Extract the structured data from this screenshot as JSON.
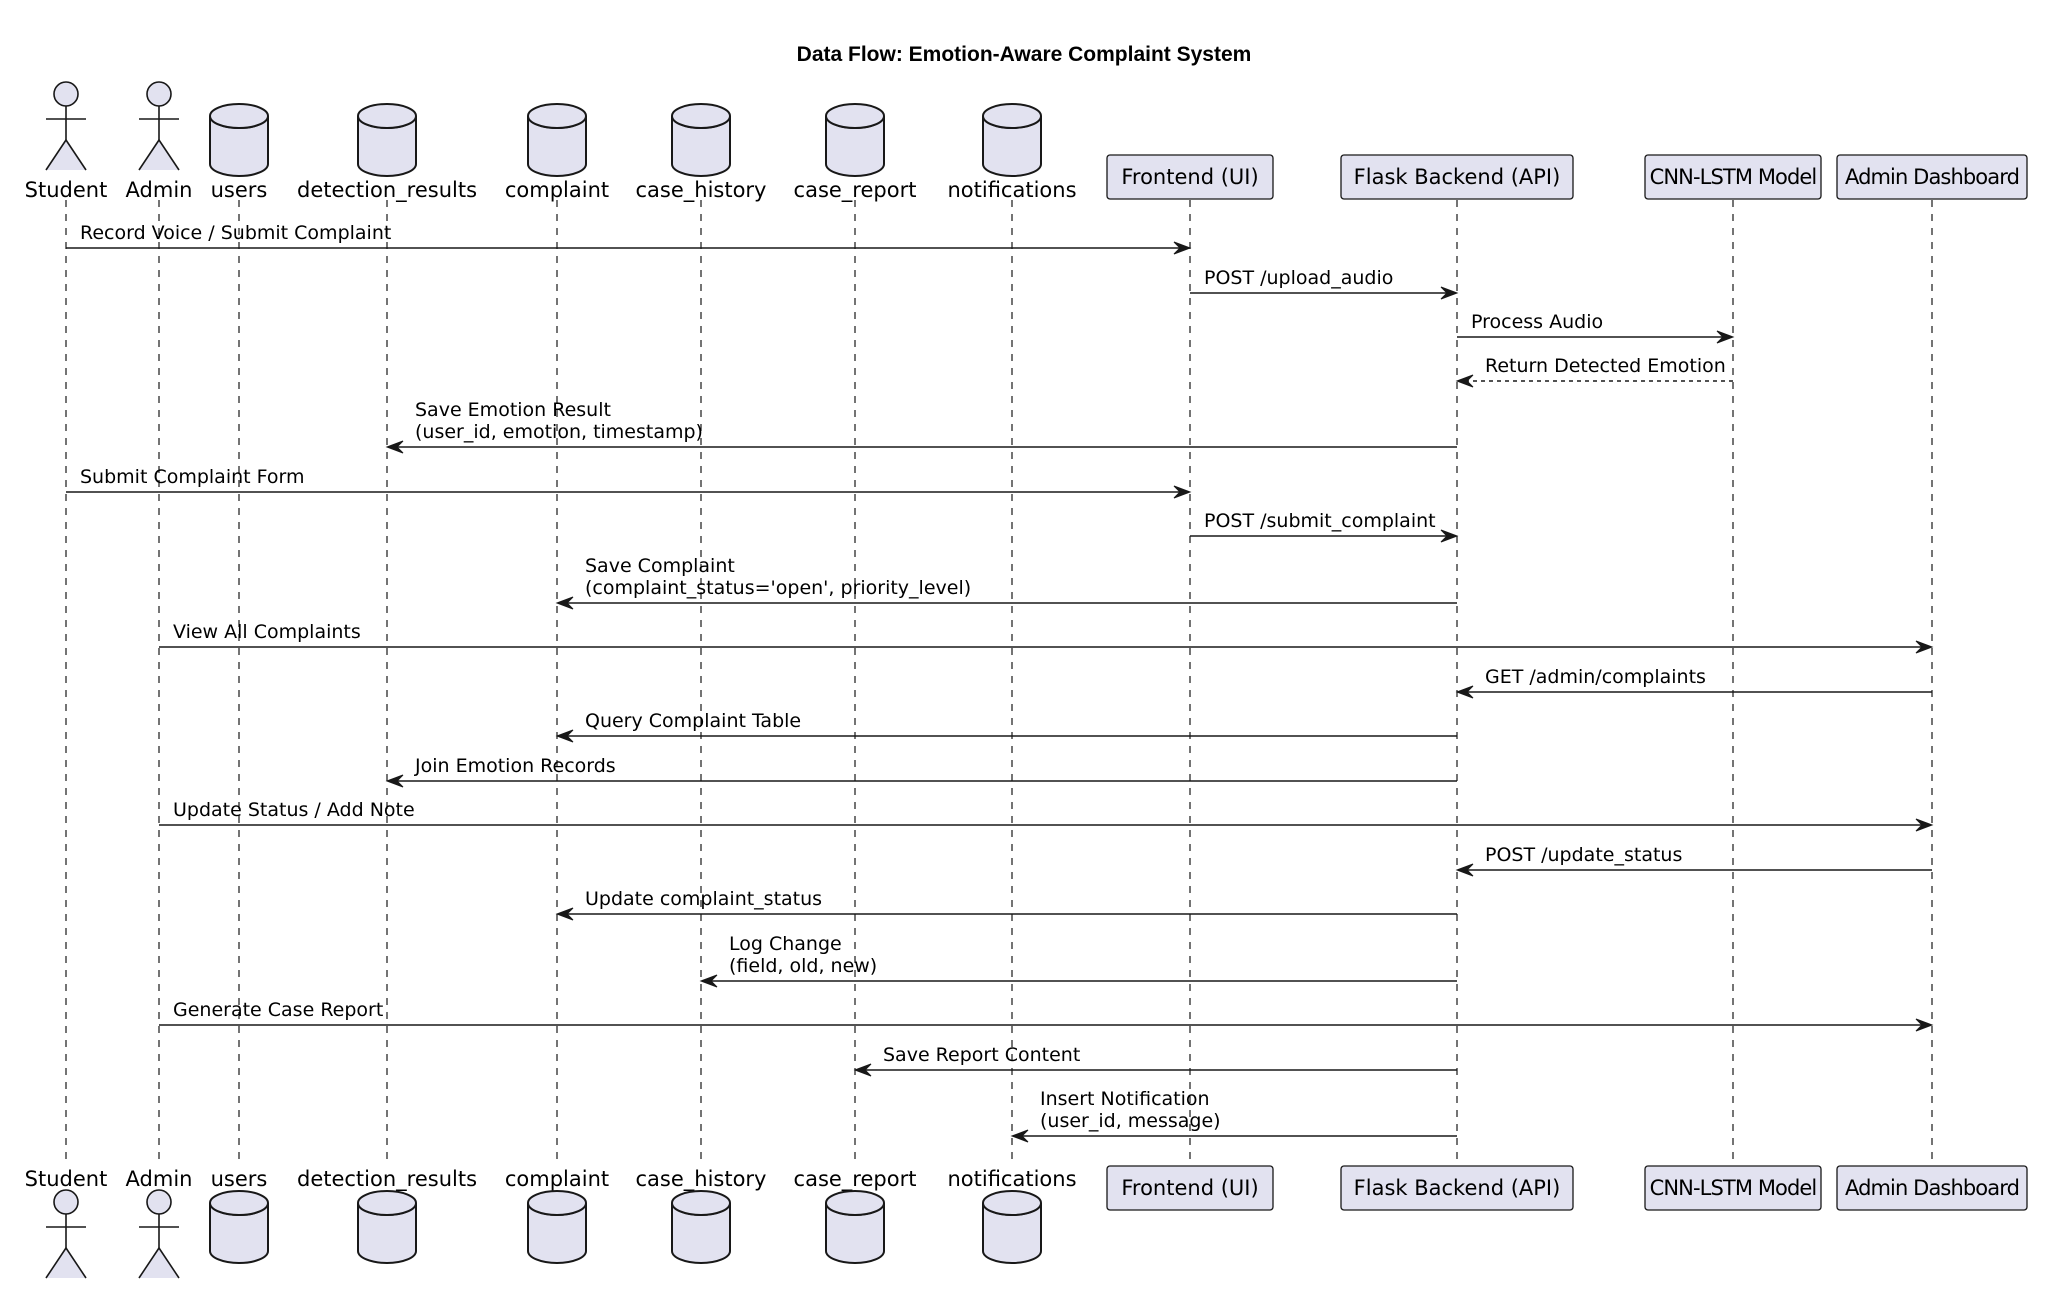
{
  "title": "Data Flow: Emotion-Aware Complaint System",
  "participants": [
    {
      "id": "student",
      "type": "actor",
      "label": "Student"
    },
    {
      "id": "admin",
      "type": "actor",
      "label": "Admin"
    },
    {
      "id": "users",
      "type": "database",
      "label": "users"
    },
    {
      "id": "detection_results",
      "type": "database",
      "label": "detection_results"
    },
    {
      "id": "complaint",
      "type": "database",
      "label": "complaint"
    },
    {
      "id": "case_history",
      "type": "database",
      "label": "case_history"
    },
    {
      "id": "case_report",
      "type": "database",
      "label": "case_report"
    },
    {
      "id": "notifications",
      "type": "database",
      "label": "notifications"
    },
    {
      "id": "frontend",
      "type": "participant",
      "label": "Frontend (UI)"
    },
    {
      "id": "backend",
      "type": "participant",
      "label": "Flask Backend (API)"
    },
    {
      "id": "model",
      "type": "participant",
      "label": "CNN-LSTM Model"
    },
    {
      "id": "dashboard",
      "type": "participant",
      "label": "Admin Dashboard"
    }
  ],
  "messages": [
    {
      "from": "student",
      "to": "frontend",
      "lines": [
        "Record Voice / Submit Complaint"
      ]
    },
    {
      "from": "frontend",
      "to": "backend",
      "lines": [
        "POST /upload_audio"
      ]
    },
    {
      "from": "backend",
      "to": "model",
      "lines": [
        "Process Audio"
      ]
    },
    {
      "from": "model",
      "to": "backend",
      "lines": [
        "Return Detected Emotion"
      ],
      "dashed": true
    },
    {
      "from": "backend",
      "to": "detection_results",
      "lines": [
        "Save Emotion Result",
        "(user_id, emotion, timestamp)"
      ]
    },
    {
      "from": "student",
      "to": "frontend",
      "lines": [
        "Submit Complaint Form"
      ]
    },
    {
      "from": "frontend",
      "to": "backend",
      "lines": [
        "POST /submit_complaint"
      ]
    },
    {
      "from": "backend",
      "to": "complaint",
      "lines": [
        "Save Complaint",
        "(complaint_status='open', priority_level)"
      ]
    },
    {
      "from": "admin",
      "to": "dashboard",
      "lines": [
        "View All Complaints"
      ]
    },
    {
      "from": "dashboard",
      "to": "backend",
      "lines": [
        "GET /admin/complaints"
      ]
    },
    {
      "from": "backend",
      "to": "complaint",
      "lines": [
        "Query Complaint Table"
      ]
    },
    {
      "from": "backend",
      "to": "detection_results",
      "lines": [
        "Join Emotion Records"
      ]
    },
    {
      "from": "admin",
      "to": "dashboard",
      "lines": [
        "Update Status / Add Note"
      ]
    },
    {
      "from": "dashboard",
      "to": "backend",
      "lines": [
        "POST /update_status"
      ]
    },
    {
      "from": "backend",
      "to": "complaint",
      "lines": [
        "Update complaint_status"
      ]
    },
    {
      "from": "backend",
      "to": "case_history",
      "lines": [
        "Log Change",
        "(field, old, new)"
      ]
    },
    {
      "from": "admin",
      "to": "dashboard",
      "lines": [
        "Generate Case Report"
      ]
    },
    {
      "from": "backend",
      "to": "case_report",
      "lines": [
        "Save Report Content"
      ]
    },
    {
      "from": "backend",
      "to": "notifications",
      "lines": [
        "Insert Notification",
        "(user_id, message)"
      ]
    }
  ]
}
